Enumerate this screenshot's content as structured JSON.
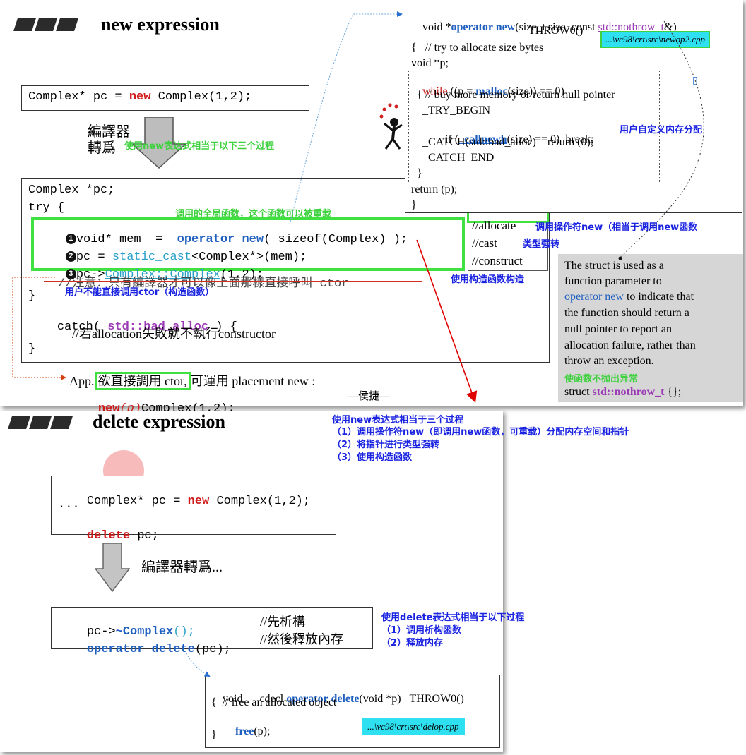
{
  "top": {
    "title": "new expression",
    "code_line": [
      "Complex* pc = ",
      "new",
      " Complex(1,2);"
    ],
    "compiler_line1": "編譯器",
    "compiler_line2": "轉爲",
    "ann_three_steps": "使用new表达式相当于以下三个过程",
    "ann_global_func": "调用的全局函数，这个函数可以被重载",
    "expanded": {
      "l1": "Complex *pc;",
      "l2": "try {",
      "step1_pre": "void* mem  =  ",
      "step1_op": "operator new",
      "step1_post": "( sizeof(Complex) );",
      "step2_pre": "pc = ",
      "step2_cast": "static_cast",
      "step2_post": "<Complex*>(mem);",
      "step3_pre": "pc->",
      "step3_ctor": "Complex::Complex",
      "step3_post": "(1,2);",
      "comment_strike": "//注意：只有編譯器才可以像上面那樣直接呼叫 ctor",
      "l_close": "}",
      "catch_pre": "catch( ",
      "catch_type": "std::bad_alloc",
      "catch_post": " ) {",
      "catch_comment": "//若allocation失敗就不執行constructor",
      "end": "}"
    },
    "step_labels": [
      "1",
      "2",
      "3"
    ],
    "comments": [
      "//allocate",
      "//cast",
      "//construct"
    ],
    "ann_call_new": "调用操作符new（相当于调用new函数",
    "ann_cast": "类型强转",
    "ann_construct": "使用构造函数构造",
    "ann_no_ctor": "用户不能直接调用ctor（构造函数）",
    "placement": {
      "pre": "App.",
      "mid": "欲直接調用 ctor,",
      "post": "可運用 placement new :",
      "code_new": "new",
      "code_p": "(p)",
      "code_rest": "Complex(1,2);",
      "author": "—侯捷—"
    },
    "opnew": {
      "l1_pre": "void *",
      "l1_op": "operator new",
      "l1_mid": "(size_t size, const ",
      "l1_type": "std::nothrow_t",
      "l1_post": "&)",
      "l2": "_THROW0()",
      "file": "...\\vc98\\crt\\src\\newop2.cpp",
      "l3": "{   // try to allocate size bytes",
      "l4": "void *p;",
      "l5_kw": "while",
      "l5_pre": " ((p = ",
      "l5_fn": "malloc",
      "l5_post": "(size)) == 0)",
      "l6": "  { // buy more memory or return null pointer",
      "l7": "    _TRY_BEGIN",
      "l8_pre": "        if (",
      "l8_fn": "_callnewh",
      "l8_post": "(size) == 0)  break;",
      "ann_user_alloc": "用户自定义内存分配",
      "l9": "    _CATCH(std::bad_alloc)    return (0);",
      "l10": "    _CATCH_END",
      "l11": "  }",
      "l12": "return (p);",
      "l13": "}",
      "glyph": "▯"
    },
    "struct_note": {
      "t1": "The struct is used as a",
      "t2": "function parameter to",
      "t3_op": "operator new",
      "t3_post": " to indicate that",
      "t4": "the function should return a",
      "t5": "null pointer to report an",
      "t6": "allocation failure, rather than",
      "t7": "throw an exception.",
      "ann": "使函数不抛出异常",
      "code_pre": "struct ",
      "code_type": "std::nothrow_t",
      "code_post": " {};"
    }
  },
  "bottom": {
    "title": "delete expression",
    "ann_new_three": "使用new表达式相当于三个过程",
    "ann_new_1": "（1）调用操作符new（即调用new函数，可重载）分配内存空间和指针",
    "ann_new_2": "（2）将指针进行类型强转",
    "ann_new_3": "（3）使用构造函数",
    "code1": {
      "l1_pre": "Complex* pc = ",
      "l1_new": "new",
      "l1_post": " Complex(1,2);",
      "l2": "...",
      "l3_kw": "delete",
      "l3_post": " pc;"
    },
    "compiler": "編譯器轉爲...",
    "code2": {
      "l1_pre": "pc->",
      "l1_dtor": "~Complex",
      "l1_post": "();",
      "l1_comment": "//先析構",
      "l2_op": "operator delete",
      "l2_post": "(pc);",
      "l2_comment": "//然後釋放內存"
    },
    "ann_del_title": "使用delete表达式相当于以下过程",
    "ann_del_1": "（1）调用析构函数",
    "ann_del_2": "（2）释放内存",
    "opdel": {
      "l1_pre": "void  __cdecl ",
      "l1_op": "operator delete",
      "l1_post": "(void *p) _THROW0()",
      "l2": "{  // free an allocated object",
      "l3_fn": "free",
      "l3_post": "(p);",
      "l4": "}",
      "file": "...\\vc98\\crt\\src\\delop.cpp"
    }
  },
  "colors": {
    "annotation_green": "#3fd13f",
    "annotation_blue": "#1a23e0",
    "keyword_red": "#d01b1b",
    "keyword_blue": "#1f5fc0",
    "keyword_purple": "#9b3bb5",
    "highlight_green": "#3fe03f",
    "file_cyan": "#2fe0f0",
    "arrow_red": "#e00000"
  }
}
